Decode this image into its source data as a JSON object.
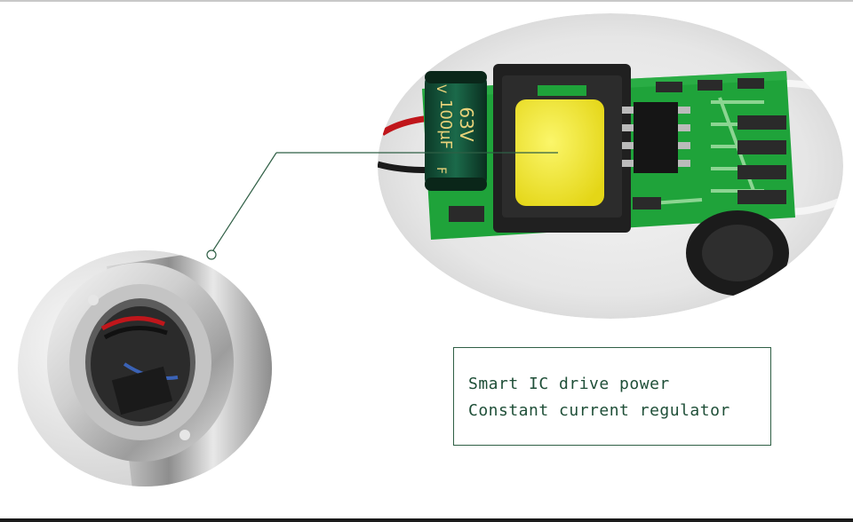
{
  "caption": {
    "line1": "Smart IC drive power",
    "line2": "Constant current regulator"
  },
  "capacitor_label": {
    "voltage": "63V",
    "capacitance": "100μF",
    "voltage_side": "V",
    "unit_side": "F"
  },
  "colors": {
    "pcb_green": "#1fa33a",
    "transformer_yellow": "#f2ec2a",
    "callout_line": "#2f5f45",
    "caption_text": "#1f4f38"
  }
}
